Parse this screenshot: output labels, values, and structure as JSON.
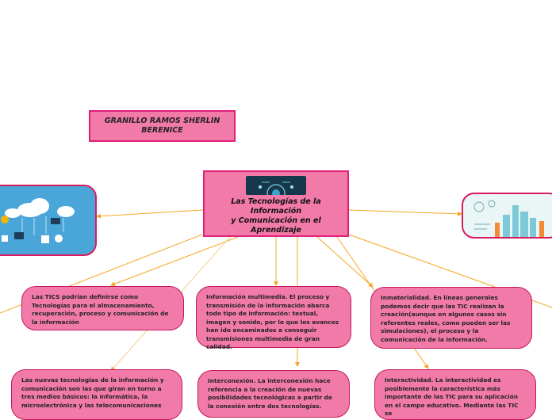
{
  "author": "GRANILLO RAMOS SHERLIN BERENICE",
  "central": {
    "title_line1": "Las Tecnologías de la Información",
    "title_line2": "y Comunicación en el Aprendizaje",
    "image_icon": "digital-brain-icon"
  },
  "left_image": {
    "icon": "cloud-network-icon"
  },
  "right_image": {
    "icon": "smart-city-icon"
  },
  "nodes": {
    "definition": "Las TICS podrían definirse como Tecnologías para el almacenamiento, recuperación, proceso y comunicación de la información",
    "multimedia": "Información multimedia. El proceso y transmisión de la información abarca todo tipo de información: textual, imagen y sonido, por lo que los avances han ido encaminados a conseguir transmisiones multimedia de gran calidad.",
    "immateriality": "Inmaterialidad. En líneas generales podemos decir que las TIC realizan la creación(aunque en algunos casos sin referentes reales, como pueden ser las simulaciones), el proceso y la comunicación de la información.",
    "new_tech": "Las nuevas tecnologías de la información y comunicación son las que giran en torno a tres medios básicos: la informática, la microelectrónica y las telecomunicaciones",
    "interconnection": "Interconexión. La interconexión hace referencia a la creación de nuevas posibilidades tecnológicas a partir de la conexión entre dos tecnologías.",
    "interactivity": "Interactividad. La interactividad es posiblemente la característica más importante de las TIC para su aplicación en el campo educativo. Mediante las TIC se"
  },
  "colors": {
    "node_fill": "#f27aa9",
    "node_border": "#e01f7c",
    "connector": "#f5a623",
    "connector_light": "#f9cf8f"
  }
}
